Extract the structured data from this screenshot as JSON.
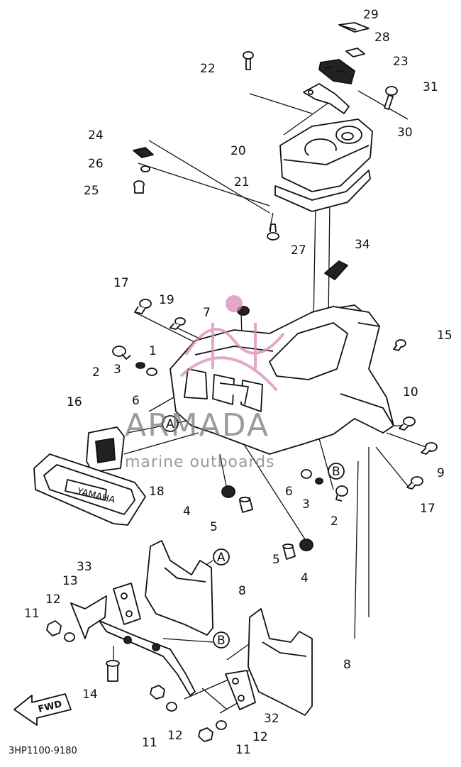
{
  "diagram": {
    "code": "3HP1100-9180",
    "fwd_label": "FWD",
    "ref_a": "A",
    "ref_b": "B",
    "watermark": {
      "title": "ARMADA",
      "subtitle": "marine outboards"
    },
    "colors": {
      "ink": "#111111",
      "watermark": "#7a7a7a",
      "logo": "#d98ab8"
    },
    "parts": {
      "p1": "1",
      "p2a": "2",
      "p2b": "2",
      "p3a": "3",
      "p3b": "3",
      "p4a": "4",
      "p4b": "4",
      "p5a": "5",
      "p5b": "5",
      "p6a": "6",
      "p6b": "6",
      "p7": "7",
      "p8a": "8",
      "p8b": "8",
      "p9": "9",
      "p10": "10",
      "p11a": "11",
      "p11b": "11",
      "p11c": "11",
      "p12a": "12",
      "p12b": "12",
      "p12c": "12",
      "p13": "13",
      "p14": "14",
      "p15": "15",
      "p16": "16",
      "p17a": "17",
      "p17b": "17",
      "p18": "18",
      "p19": "19",
      "p20": "20",
      "p21": "21",
      "p22": "22",
      "p23": "23",
      "p24": "24",
      "p25": "25",
      "p26": "26",
      "p27": "27",
      "p28": "28",
      "p29": "29",
      "p30": "30",
      "p31": "31",
      "p32": "32",
      "p33": "33",
      "p34": "34"
    }
  }
}
